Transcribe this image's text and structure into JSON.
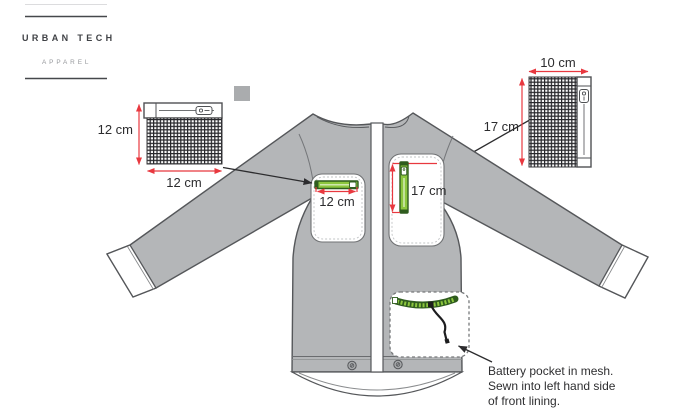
{
  "logo": {
    "title": "URBAN TECH",
    "subtitle": "APPAREL"
  },
  "swatch": {
    "color": "#aaacae"
  },
  "detail_left": {
    "height_label": "12 cm",
    "width_label": "12 cm"
  },
  "detail_right": {
    "width_label": "10 cm",
    "height_label": "17 cm"
  },
  "jacket": {
    "chest_left_width_label": "12 cm",
    "chest_right_height_label": "17 cm"
  },
  "note": {
    "line1": "Battery pocket in mesh.",
    "line2": "Sewn into left hand side",
    "line3": "of front lining."
  },
  "colors": {
    "jacket_gray": "#b4b6b8",
    "outline_gray": "#55575a",
    "zipper_green": "#8cc63e",
    "zipper_green_dark": "#2f5c1e",
    "dimension_red": "#e8383f",
    "text_dark": "#2c2c2e",
    "swatch_gray": "#aaacae"
  }
}
